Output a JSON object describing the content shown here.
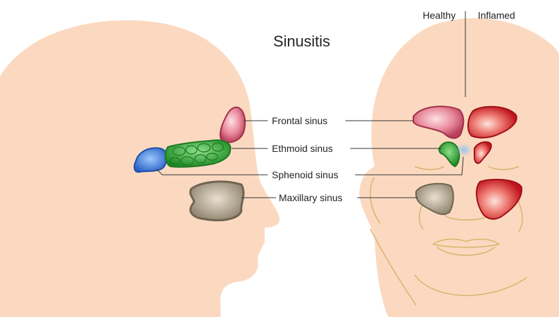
{
  "title": "Sinusitis",
  "columns": {
    "healthy": "Healthy",
    "inflamed": "Inflamed"
  },
  "labels": {
    "frontal": "Frontal sinus",
    "ethmoid": "Ethmoid sinus",
    "sphenoid": "Sphenoid sinus",
    "maxillary": "Maxillary sinus"
  },
  "colors": {
    "skin": "#fbd9c0",
    "feature_line": "#d8b46a",
    "frontal_healthy": "#e8889a",
    "frontal_inflamed": "#d6222a",
    "ethmoid": "#3aa63a",
    "sphenoid": "#3a78d8",
    "maxillary": "#a89a86",
    "inflamed_core": "#fbe4dc"
  }
}
